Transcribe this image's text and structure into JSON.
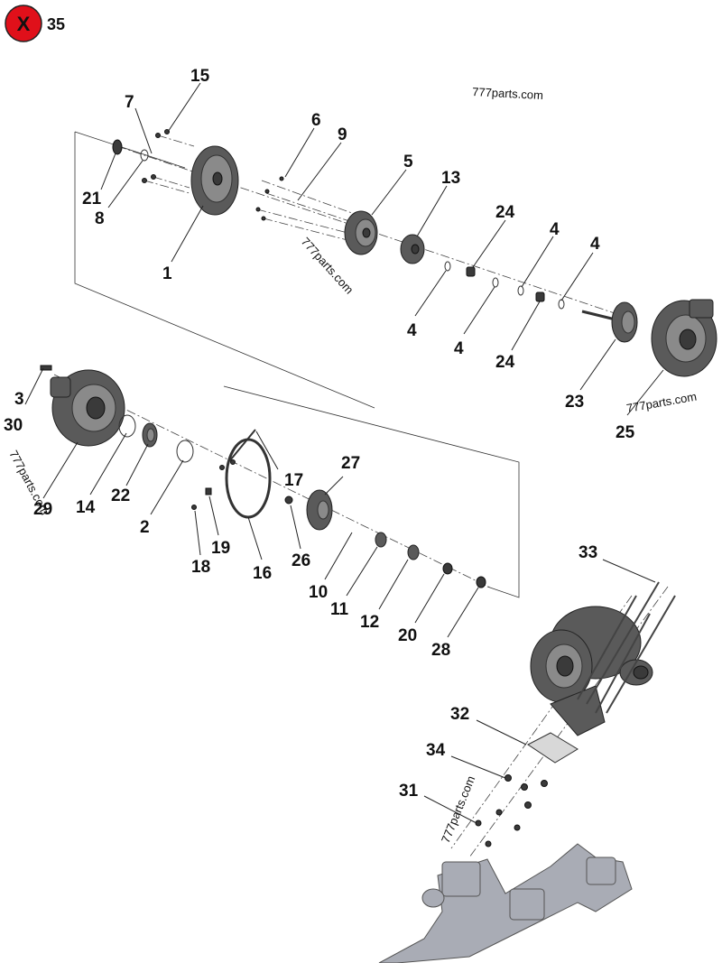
{
  "header": {
    "badge_icon": "close-x-icon",
    "badge_color": "#e0101a",
    "number": "35"
  },
  "watermarks": [
    "777parts.com",
    "777parts.com",
    "777parts.com",
    "777parts.com",
    "777parts.com"
  ],
  "callouts": [
    "15",
    "7",
    "6",
    "9",
    "5",
    "13",
    "21",
    "8",
    "1",
    "24",
    "4",
    "4",
    "4",
    "4",
    "24",
    "23",
    "25",
    "3",
    "30",
    "29",
    "14",
    "22",
    "2",
    "17",
    "27",
    "19",
    "18",
    "16",
    "26",
    "10",
    "11",
    "12",
    "20",
    "28",
    "33",
    "32",
    "34",
    "31"
  ]
}
